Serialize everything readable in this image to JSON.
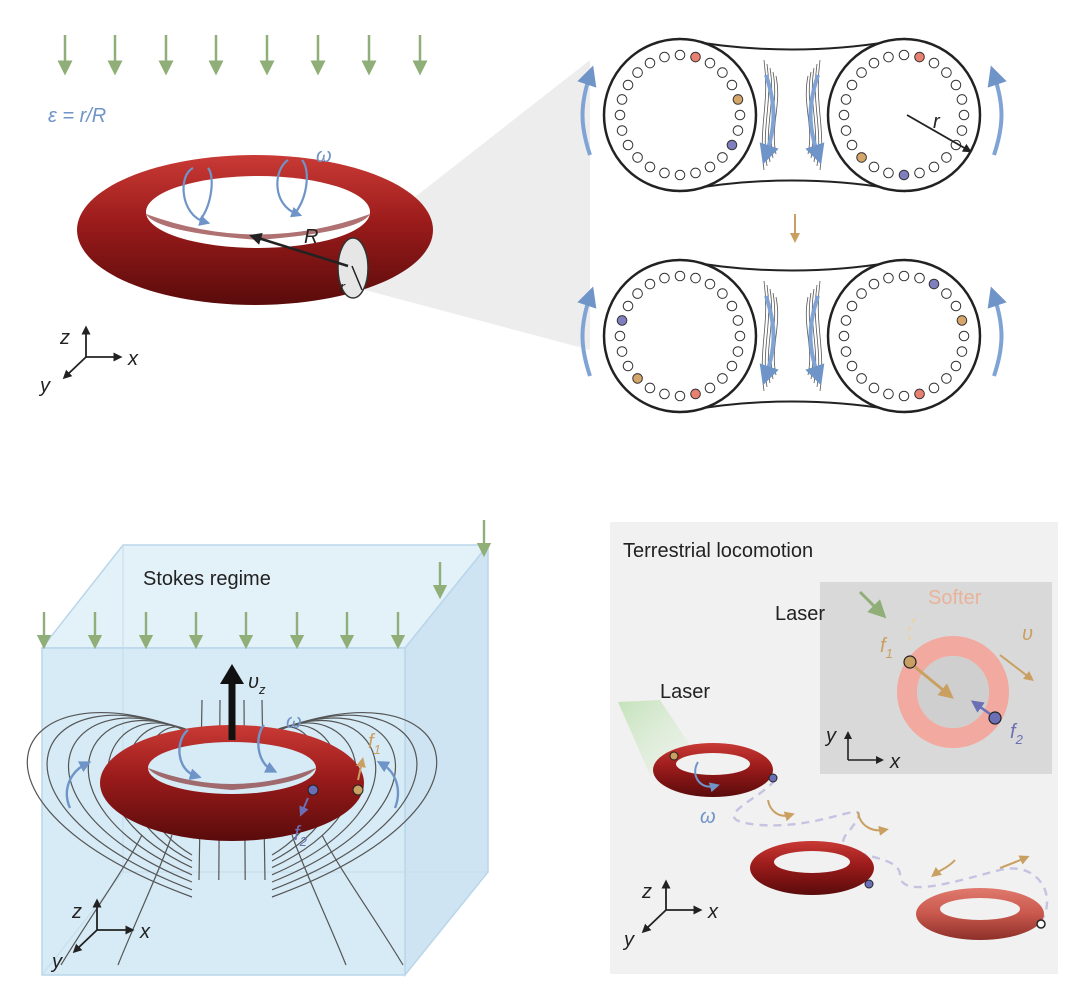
{
  "colors": {
    "torus": "#9b1b1b",
    "torus_light": "#d23a34",
    "torus_dark": "#5a0b0b",
    "rotation": "#6f95c8",
    "gravity": "#8fae78",
    "force_gold": "#c9a062",
    "laser_green": "#a8cfa0",
    "box_fill": "#d6ebf6",
    "box_edge": "#b9d6ea",
    "panel_bg": "#f1f1f1",
    "inset_bg": "#d9d9d9"
  },
  "panel_a": {
    "strain_label": "ε = r/R",
    "omega_label": "ω",
    "big_radius_label": "R",
    "small_radius_label": "r",
    "axis_z": "z",
    "axis_x": "x",
    "axis_y": "y"
  },
  "panel_b": {
    "radius_label": "r"
  },
  "panel_c": {
    "title": "Stokes regime",
    "velocity_label": "υ",
    "velocity_sub": "z",
    "omega_label": "ω",
    "f1_label": "f",
    "f1_sub": "1",
    "f2_label": "f",
    "f2_sub": "2",
    "axis_z": "z",
    "axis_x": "x",
    "axis_y": "y"
  },
  "panel_d": {
    "title": "Terrestrial locomotion",
    "laser_label": "Laser",
    "omega_label": "ω",
    "axis_z": "z",
    "axis_x": "x",
    "axis_y": "y",
    "inset": {
      "laser_label": "Laser",
      "softer_label": "Softer",
      "velocity_label": "υ",
      "f1_label": "f",
      "f1_sub": "1",
      "f2_label": "f",
      "f2_sub": "2",
      "axis_y": "y",
      "axis_x": "x"
    }
  }
}
